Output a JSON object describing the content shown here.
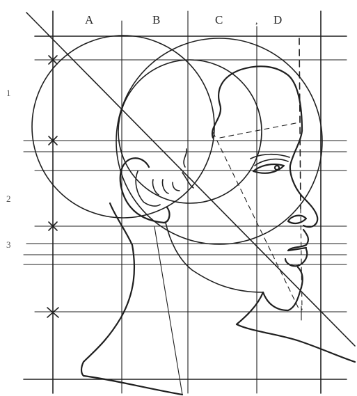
{
  "figure": {
    "column_labels": [
      "A",
      "B",
      "C",
      "D"
    ],
    "row_labels": [
      "1",
      "2",
      "3"
    ]
  },
  "colors": {
    "ink": "#1f1f1f",
    "background": "#ffffff"
  }
}
